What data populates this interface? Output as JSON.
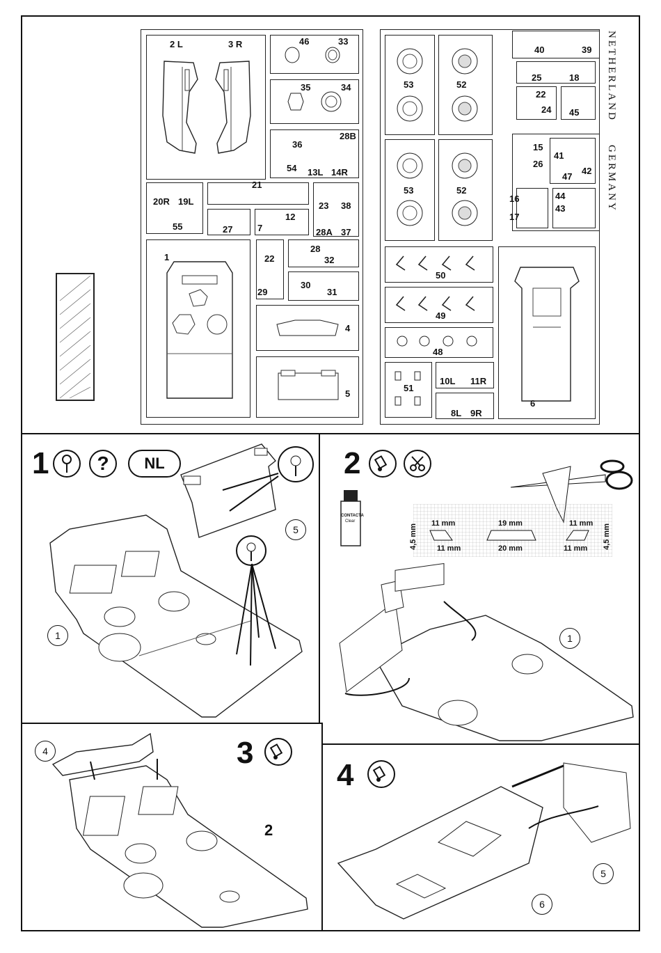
{
  "sprue_labels": {
    "p2": "2 L",
    "p3": "3 R",
    "p46": "46",
    "p33": "33",
    "p35": "35",
    "p34": "34",
    "p36": "36",
    "p28b": "28B",
    "p54": "54",
    "p13": "13L",
    "p14": "14R",
    "p20": "20R",
    "p19": "19L",
    "p55": "55",
    "p21": "21",
    "p23": "23",
    "p38": "38",
    "p28a": "28A",
    "p37": "37",
    "p27": "27",
    "p7": "7",
    "p12": "12",
    "p1": "1",
    "p22": "22",
    "p29": "29",
    "p28": "28",
    "p32": "32",
    "p30": "30",
    "p31": "31",
    "p4": "4",
    "p5": "5",
    "p53a": "53",
    "p53b": "53",
    "p52a": "52",
    "p52b": "52",
    "p40": "40",
    "p39": "39",
    "p25": "25",
    "p18": "18",
    "p22b": "22",
    "p24": "24",
    "p45": "45",
    "p15": "15",
    "p26": "26",
    "p41": "41",
    "p47": "47",
    "p42": "42",
    "p16": "16",
    "p17": "17",
    "p44": "44",
    "p43": "43",
    "p50": "50",
    "p49": "49",
    "p48": "48",
    "p51": "51",
    "p10": "10L",
    "p11": "11R",
    "p8": "8L",
    "p9": "9R",
    "p6": "6"
  },
  "side_labels": {
    "netherland": "NETHERLAND",
    "germany": "GERMANY"
  },
  "steps": {
    "s1": {
      "num": "1",
      "nl": "NL",
      "q": "?",
      "c1": "1",
      "c5": "5"
    },
    "s2": {
      "num": "2",
      "c1": "1",
      "glue": "CONTACTA",
      "glue2": "Clear",
      "m1": "11 mm",
      "m2": "11 mm",
      "m3": "19 mm",
      "m4": "20 mm",
      "m5": "11 mm",
      "m6": "11 mm",
      "h1": "4,5 mm",
      "h2": "4,5 mm"
    },
    "s3": {
      "num": "3",
      "c4": "4",
      "c2": "2"
    },
    "s4": {
      "num": "4",
      "c6": "6",
      "c5": "5"
    }
  }
}
